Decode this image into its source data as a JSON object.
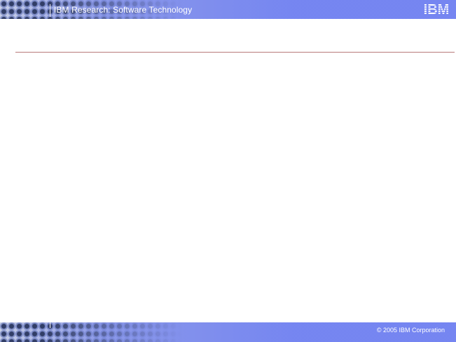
{
  "header": {
    "title": "IBM Research: Software Technology",
    "logo_text": "IBM",
    "logo_icon": "ibm-logo-icon"
  },
  "footer": {
    "copyright": "© 2005 IBM Corporation"
  },
  "colors": {
    "banner": "#6e7ff0",
    "banner_light": "#c5cde6",
    "dots": "#26335e",
    "title_rule": "#b87a7a",
    "background": "#ffffff"
  }
}
